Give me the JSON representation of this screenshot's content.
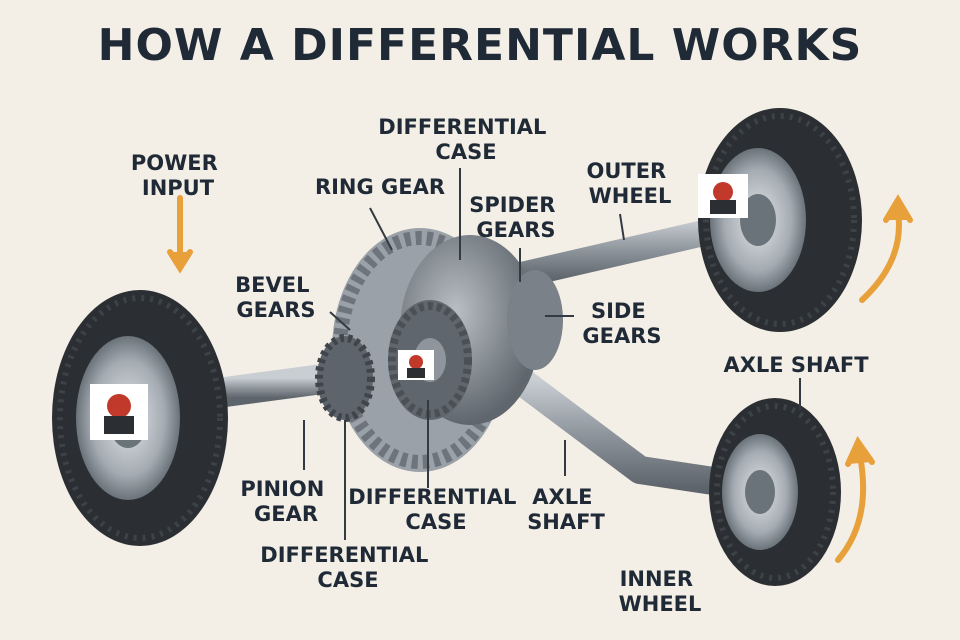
{
  "title": "HOW A DIFFERENTIAL WORKS",
  "labels": {
    "power_input": [
      "POWER",
      "INPUT"
    ],
    "bevel_gears": [
      "BEVEL",
      "GEARS"
    ],
    "ring_gear": [
      "RING GEAR"
    ],
    "differential_case_top": [
      "DIFFERENTIAL",
      "CASE"
    ],
    "spider_gears": [
      "SPIDER",
      "GEARS"
    ],
    "outer_wheel": [
      "OUTER",
      "WHEEL"
    ],
    "side_gears": [
      "SIDE",
      "GEARS"
    ],
    "axle_shaft_right": [
      "AXLE SHAFT"
    ],
    "pinion_gear": [
      "PINION",
      "GEAR"
    ],
    "differential_case_mid": [
      "DIFFERENTIAL",
      "CASE"
    ],
    "axle_shaft_bottom": [
      "AXLE",
      "SHAFT"
    ],
    "differential_case_bottom": [
      "DIFFERENTIAL",
      "CASE"
    ],
    "inner_wheel": [
      "INNER",
      "WHEEL"
    ]
  },
  "colors": {
    "accent_arrow": "#e8a03a",
    "tire": "#2b2f33",
    "metal": "#8e959c",
    "background": "#f3efe6",
    "text": "#1f2a36"
  },
  "icons": [
    "engineer-logo-icon",
    "motion-arrow-icon"
  ]
}
